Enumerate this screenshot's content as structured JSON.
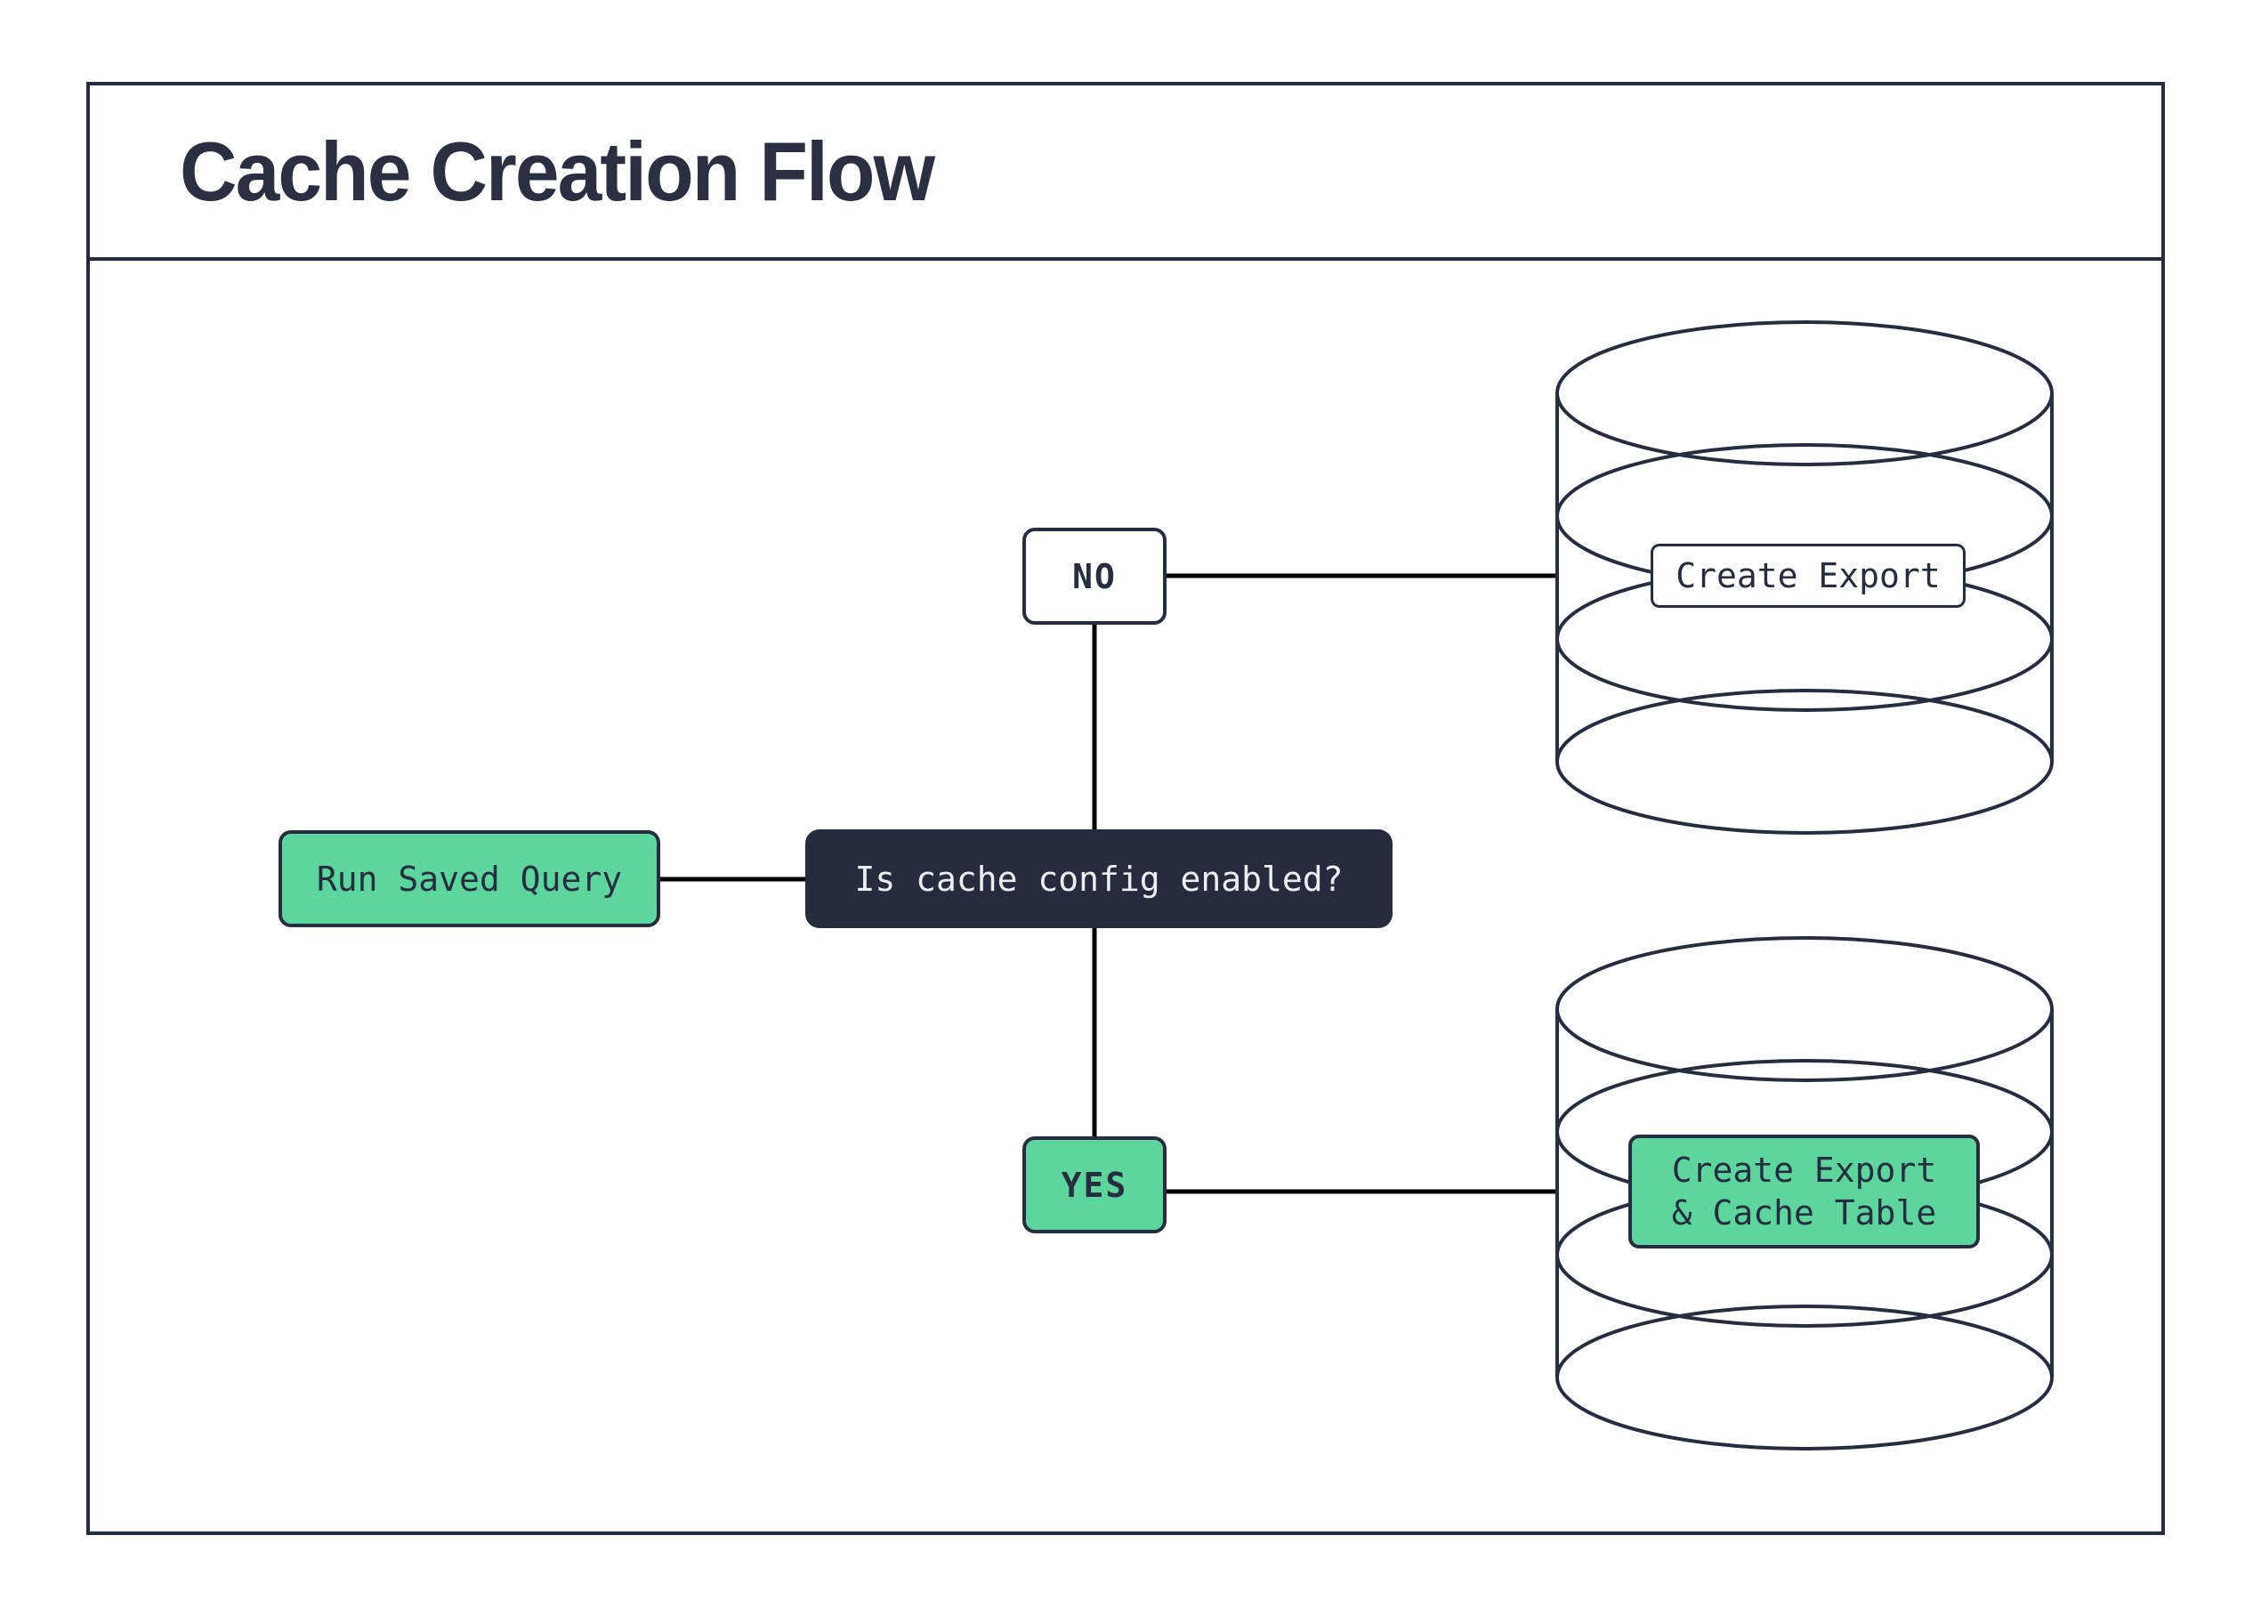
{
  "title": "Cache Creation Flow",
  "nodes": {
    "start": {
      "label": "Run Saved Query"
    },
    "decision": {
      "label": "Is cache config enabled?"
    },
    "branch_no": {
      "label": "NO"
    },
    "branch_yes": {
      "label": "YES"
    },
    "db_export": {
      "label": "Create Export"
    },
    "db_export_cache": {
      "line1": "Create Export",
      "line2": "& Cache Table"
    }
  },
  "icons": {
    "top_database": "database-icon",
    "bottom_database": "database-icon"
  },
  "colors": {
    "ink_navy": "#272d40",
    "dark_fill": "#262b3d",
    "accent_green": "#5dd69e",
    "light_text": "#edeef0",
    "connector_black": "#000000",
    "background": "#ffffff"
  }
}
